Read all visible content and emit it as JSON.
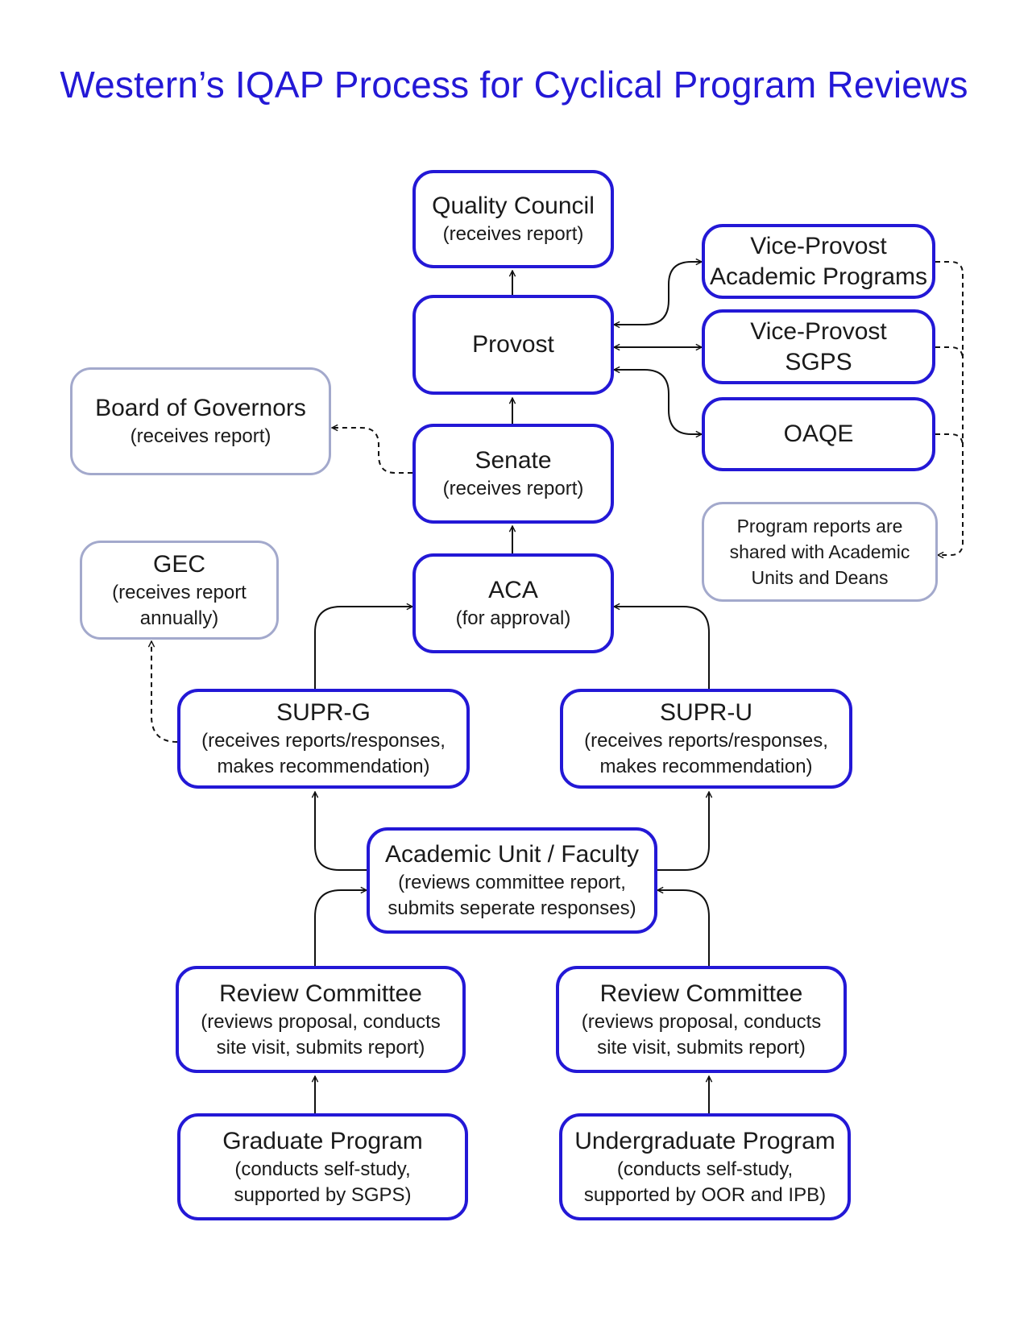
{
  "title": "Western’s IQAP Process for Cyclical Program Reviews",
  "colors": {
    "primary_border": "#2318d6",
    "secondary_border": "#a3a9cc",
    "title": "#2318d6"
  },
  "nodes": {
    "quality_council": {
      "title": "Quality Council",
      "subtitle": "(receives report)"
    },
    "provost": {
      "title": "Provost"
    },
    "vp_academic": {
      "line1": "Vice-Provost",
      "line2": "Academic Programs"
    },
    "vp_sgps": {
      "line1": "Vice-Provost",
      "line2": "SGPS"
    },
    "oaqe": {
      "title": "OAQE"
    },
    "board": {
      "title": "Board of Governors",
      "subtitle": "(receives report)"
    },
    "senate": {
      "title": "Senate",
      "subtitle": "(receives report)"
    },
    "program_reports": {
      "line1": "Program reports are",
      "line2": "shared with Academic",
      "line3": "Units and Deans"
    },
    "gec": {
      "title": "GEC",
      "line2": "(receives report",
      "line3": "annually)"
    },
    "aca": {
      "title": "ACA",
      "subtitle": "(for approval)"
    },
    "supr_g": {
      "title": "SUPR-G",
      "line2": "(receives reports/responses,",
      "line3": "makes recommendation)"
    },
    "supr_u": {
      "title": "SUPR-U",
      "line2": "(receives reports/responses,",
      "line3": "makes recommendation)"
    },
    "academic_unit": {
      "title": "Academic Unit / Faculty",
      "line2": "(reviews committee report,",
      "line3": "submits seperate responses)"
    },
    "review_g": {
      "title": "Review Committee",
      "line2": "(reviews proposal, conducts",
      "line3": "site visit, submits report)"
    },
    "review_u": {
      "title": "Review Committee",
      "line2": "(reviews proposal, conducts",
      "line3": "site visit, submits report)"
    },
    "grad_program": {
      "title": "Graduate Program",
      "line2": "(conducts self-study,",
      "line3": "supported by SGPS)"
    },
    "undergrad_program": {
      "title": "Undergraduate Program",
      "line2": "(conducts self-study,",
      "line3": "supported by OOR and IPB)"
    }
  }
}
